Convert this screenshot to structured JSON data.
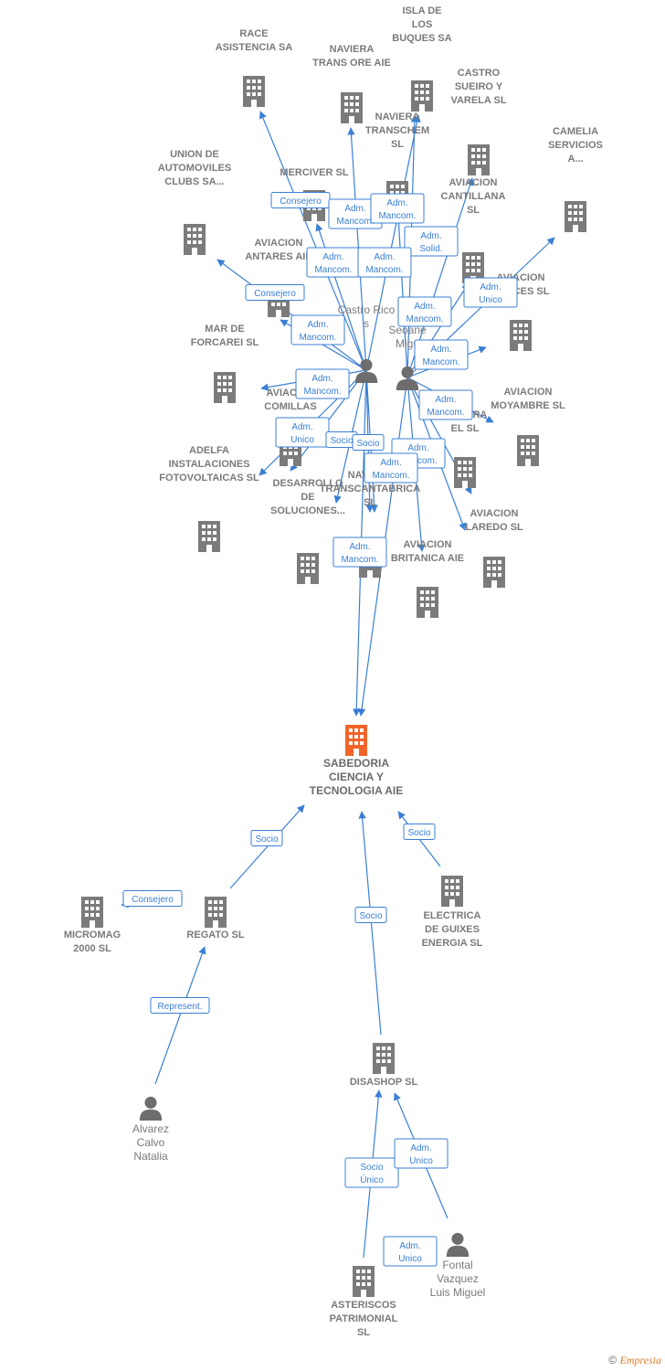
{
  "colors": {
    "building": "#7b7b7b",
    "main_building": "#f2642a",
    "edge": "#3a7fd5",
    "person": "#6d6d6d"
  },
  "main_company": {
    "lines": [
      "SABEDORIA",
      "CIENCIA Y",
      "TECNOLOGIA AIE"
    ]
  },
  "companies": [
    {
      "id": "race",
      "lines": [
        "RACE",
        "ASISTENCIA SA"
      ]
    },
    {
      "id": "naviera-trans-ore",
      "lines": [
        "NAVIERA",
        "TRANS ORE AIE"
      ]
    },
    {
      "id": "isla-buques",
      "lines": [
        "ISLA DE",
        "LOS",
        "BUQUES SA"
      ]
    },
    {
      "id": "castro-sueiro",
      "lines": [
        "CASTRO",
        "SUEIRO Y",
        "VARELA  SL"
      ]
    },
    {
      "id": "camelia",
      "lines": [
        "CAMELIA",
        "SERVICIOS",
        "A..."
      ]
    },
    {
      "id": "merciver",
      "lines": [
        "MERCIVER SL"
      ]
    },
    {
      "id": "naviera-transchem",
      "lines": [
        "NAVIERA",
        "TRANSCHEM",
        "SL"
      ]
    },
    {
      "id": "union-automoviles",
      "lines": [
        "UNION DE",
        "AUTOMOVILES",
        "CLUBS SA..."
      ]
    },
    {
      "id": "aviacion-cantillana",
      "lines": [
        "AVIACION",
        "CANTILLANA",
        "SL"
      ]
    },
    {
      "id": "aviacion-antares",
      "lines": [
        "AVIACION",
        "ANTARES AIE"
      ]
    },
    {
      "id": "aviacion-sances",
      "lines": [
        "AVIACION",
        "SANCES  SL"
      ]
    },
    {
      "id": "mar-forcarei",
      "lines": [
        "MAR DE",
        "FORCAREI  SL"
      ]
    },
    {
      "id": "aviacion-comillas",
      "lines": [
        "AVIACION",
        "COMILLAS"
      ]
    },
    {
      "id": "aviacion-moyambre",
      "lines": [
        "AVIACION",
        "MOYAMBRE  SL"
      ]
    },
    {
      "id": "naviera-el",
      "lines": [
        "NAVIERA",
        "EL SL"
      ]
    },
    {
      "id": "adelfa",
      "lines": [
        "ADELFA",
        "INSTALACIONES",
        "FOTOVOLTAICAS SL"
      ]
    },
    {
      "id": "desarrollo",
      "lines": [
        "DESARROLLO",
        "DE",
        "SOLUCIONES..."
      ]
    },
    {
      "id": "naviera-transcantabrica",
      "lines": [
        "NAVIERA",
        "TRANSCANTABRICA",
        "SL"
      ]
    },
    {
      "id": "aviacion-britanica",
      "lines": [
        "AVIACION",
        "BRITANICA AIE"
      ]
    },
    {
      "id": "aviacion-laredo",
      "lines": [
        "AVIACION",
        "LAREDO  SL"
      ]
    },
    {
      "id": "micromag",
      "lines": [
        "MICROMAG",
        "2000 SL"
      ]
    },
    {
      "id": "regato",
      "lines": [
        "REGATO SL"
      ]
    },
    {
      "id": "electrica-guixes",
      "lines": [
        "ELECTRICA",
        "DE GUIXES",
        "ENERGIA  SL"
      ]
    },
    {
      "id": "disashop",
      "lines": [
        "DISASHOP  SL"
      ]
    },
    {
      "id": "asteriscos",
      "lines": [
        "ASTERISCOS",
        "PATRIMONIAL",
        "SL"
      ]
    }
  ],
  "persons": [
    {
      "id": "castro-rico",
      "lines": [
        "Castro Rico",
        "s"
      ]
    },
    {
      "id": "seoane-miguel",
      "lines": [
        "S",
        "Seoane",
        "Migu"
      ]
    },
    {
      "id": "alvarez-calvo",
      "lines": [
        "Alvarez",
        "Calvo",
        "Natalia"
      ]
    },
    {
      "id": "fontal-vazquez",
      "lines": [
        "Fontal",
        "Vazquez",
        "Luis Miguel"
      ]
    }
  ],
  "relations": [
    {
      "lines": [
        "Consejero"
      ]
    },
    {
      "lines": [
        "Adm.",
        "Mancom."
      ]
    },
    {
      "lines": [
        "Adm.",
        "Mancom."
      ]
    },
    {
      "lines": [
        "Adm.",
        "Solid."
      ]
    },
    {
      "lines": [
        "Consejero"
      ]
    },
    {
      "lines": [
        "Adm.",
        "Mancom."
      ]
    },
    {
      "lines": [
        "Adm.",
        "Mancom."
      ]
    },
    {
      "lines": [
        "Adm.",
        "Unico"
      ]
    },
    {
      "lines": [
        "Adm.",
        "Mancom."
      ]
    },
    {
      "lines": [
        "Adm.",
        "Mancom."
      ]
    },
    {
      "lines": [
        "Adm.",
        "Mancom."
      ]
    },
    {
      "lines": [
        "Adm.",
        "Mancom."
      ]
    },
    {
      "lines": [
        "Adm.",
        "Mancom."
      ]
    },
    {
      "lines": [
        "Adm.",
        "Unico"
      ]
    },
    {
      "lines": [
        "Socio"
      ]
    },
    {
      "lines": [
        "Socio"
      ]
    },
    {
      "lines": [
        "Adm.",
        "Mancom."
      ]
    },
    {
      "lines": [
        "Adm.",
        "Mancom."
      ]
    },
    {
      "lines": [
        "Adm.",
        "Mancom."
      ]
    },
    {
      "lines": [
        "Socio"
      ]
    },
    {
      "lines": [
        "Socio"
      ]
    },
    {
      "lines": [
        "Consejero"
      ]
    },
    {
      "lines": [
        "Socio"
      ]
    },
    {
      "lines": [
        "Represent."
      ]
    },
    {
      "lines": [
        "Socio",
        "Único"
      ]
    },
    {
      "lines": [
        "Adm.",
        "Unico"
      ]
    },
    {
      "lines": [
        "Adm.",
        "Unico"
      ]
    }
  ],
  "footer": {
    "copyright": "©",
    "brand": "Empresia"
  }
}
